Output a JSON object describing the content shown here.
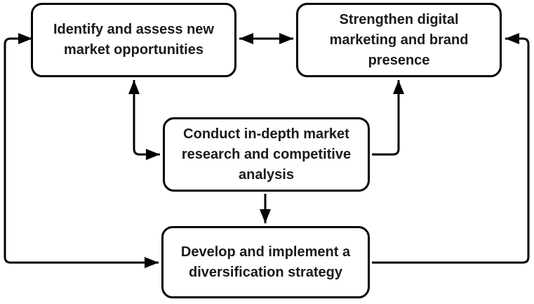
{
  "diagram": {
    "type": "flowchart",
    "background_color": "#ffffff",
    "node_fill_color": "#ffffff",
    "node_border_color": "#000000",
    "edge_color": "#000000",
    "text_color": "#1a1a1a",
    "nodes": {
      "identify": {
        "label": [
          "Identify and assess new",
          "market opportunities"
        ]
      },
      "strengthen": {
        "label": [
          "Strengthen digital",
          "marketing and brand",
          "presence"
        ]
      },
      "research": {
        "label": [
          "Conduct in-depth market",
          "research and competitive",
          "analysis"
        ]
      },
      "develop": {
        "label": [
          "Develop and implement a",
          "diversification strategy"
        ]
      }
    },
    "edges": [
      {
        "id": "identify-strengthen",
        "from": "identify",
        "to": "strengthen",
        "arrows": "both"
      },
      {
        "id": "identify-research",
        "from": "identify",
        "to": "research",
        "arrows": "both"
      },
      {
        "id": "research-strengthen",
        "from": "research",
        "to": "strengthen",
        "arrows": "end"
      },
      {
        "id": "research-develop",
        "from": "research",
        "to": "develop",
        "arrows": "end"
      },
      {
        "id": "identify-develop",
        "from": "identify",
        "to": "develop",
        "arrows": "both"
      },
      {
        "id": "develop-strengthen",
        "from": "develop",
        "to": "strengthen",
        "arrows": "end"
      }
    ]
  }
}
